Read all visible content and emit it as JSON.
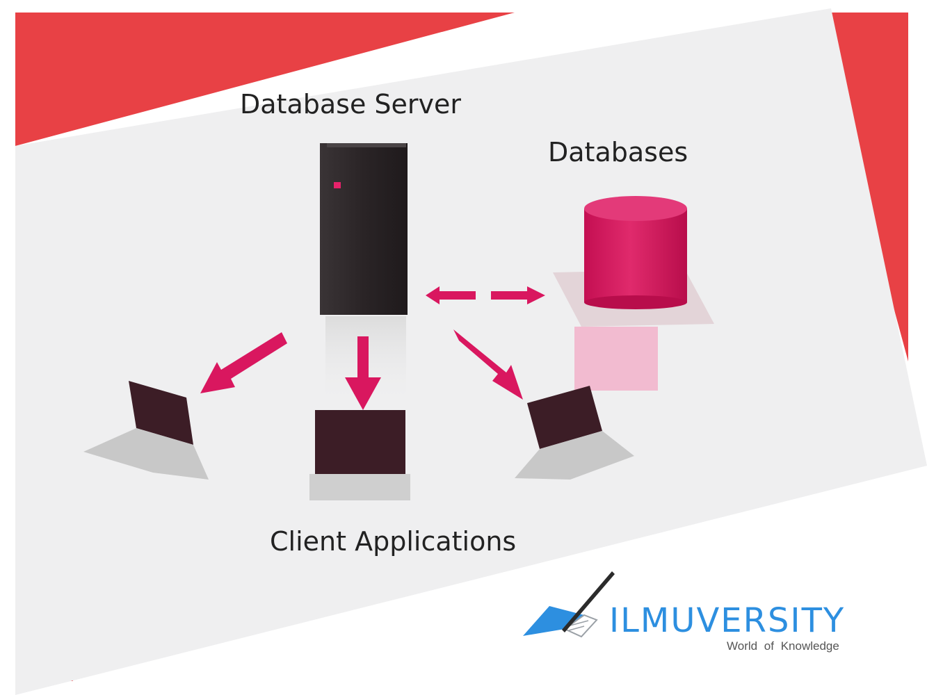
{
  "diagram": {
    "server_label": "Database Server",
    "databases_label": "Databases",
    "clients_label": "Client Applications"
  },
  "brand": {
    "name": "ILMUVERSITY",
    "tagline": "World of Knowledge",
    "logo_icon": "book-and-quill-icon"
  },
  "colors": {
    "frame_red": "#e84145",
    "panel": "#efeff0",
    "accent_pink": "#d9175f",
    "server_dark": "#2c2628",
    "laptop_screen": "#3c1d26",
    "brand_blue": "#2d8fe0"
  }
}
